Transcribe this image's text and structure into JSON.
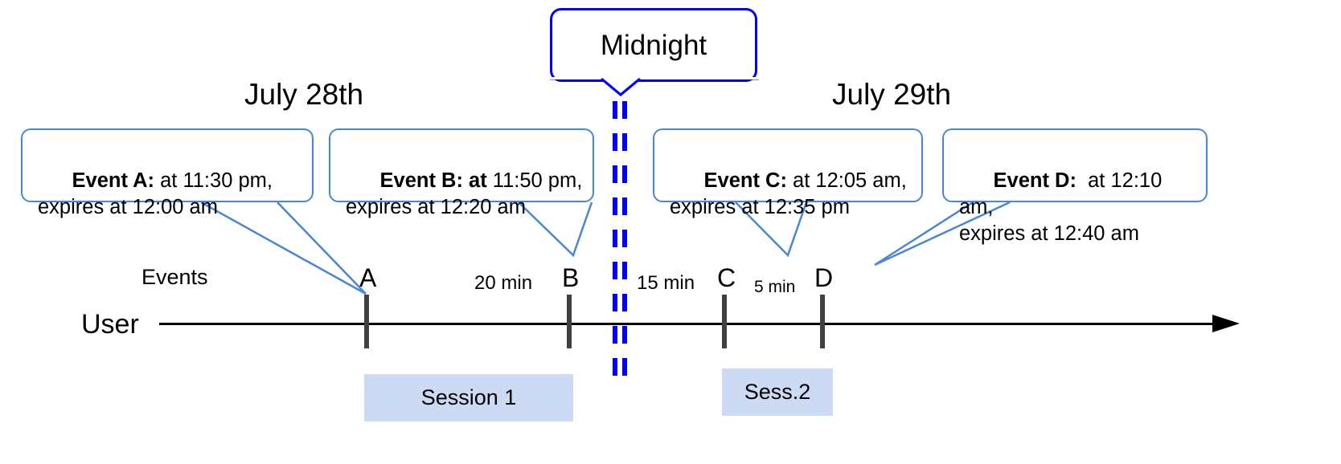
{
  "diagram": {
    "title_hidden": "Session and event timeline across midnight",
    "colors": {
      "callout_border": "#4a86d8",
      "midnight_border": "#0000ff",
      "midnight_dash": "#0000ff",
      "session_fill": "#cddaf3",
      "tick": "#404040",
      "axis": "#000000",
      "leader_line": "#4a86d8"
    }
  },
  "dates": {
    "left": "July 28th",
    "right": "July 29th"
  },
  "midnight": {
    "label": "Midnight"
  },
  "callouts": [
    {
      "id": "a",
      "bold": "Event A:",
      "rest": " at 11:30 pm,\nexpires at 12:00 am"
    },
    {
      "id": "b",
      "bold": "Event B: at",
      "rest": " 11:50 pm,\nexpires at 12:20 am"
    },
    {
      "id": "c",
      "bold": "Event C:",
      "rest": " at 12:05 am,\nexpires at 12:35 pm"
    },
    {
      "id": "d",
      "bold": "Event D:",
      "rest": "  at 12:10 am,\nexpires at 12:40 am"
    }
  ],
  "timeline": {
    "row_labels": {
      "events": "Events",
      "user": "User"
    },
    "events": [
      {
        "letter": "A"
      },
      {
        "letter": "B"
      },
      {
        "letter": "C"
      },
      {
        "letter": "D"
      }
    ],
    "gaps": [
      {
        "id": "ab",
        "label": "20 min"
      },
      {
        "id": "bc",
        "label": "15 min"
      },
      {
        "id": "cd",
        "label": "5 min"
      }
    ]
  },
  "sessions": [
    {
      "id": "1",
      "label": "Session 1"
    },
    {
      "id": "2",
      "label": "Sess.2"
    }
  ]
}
